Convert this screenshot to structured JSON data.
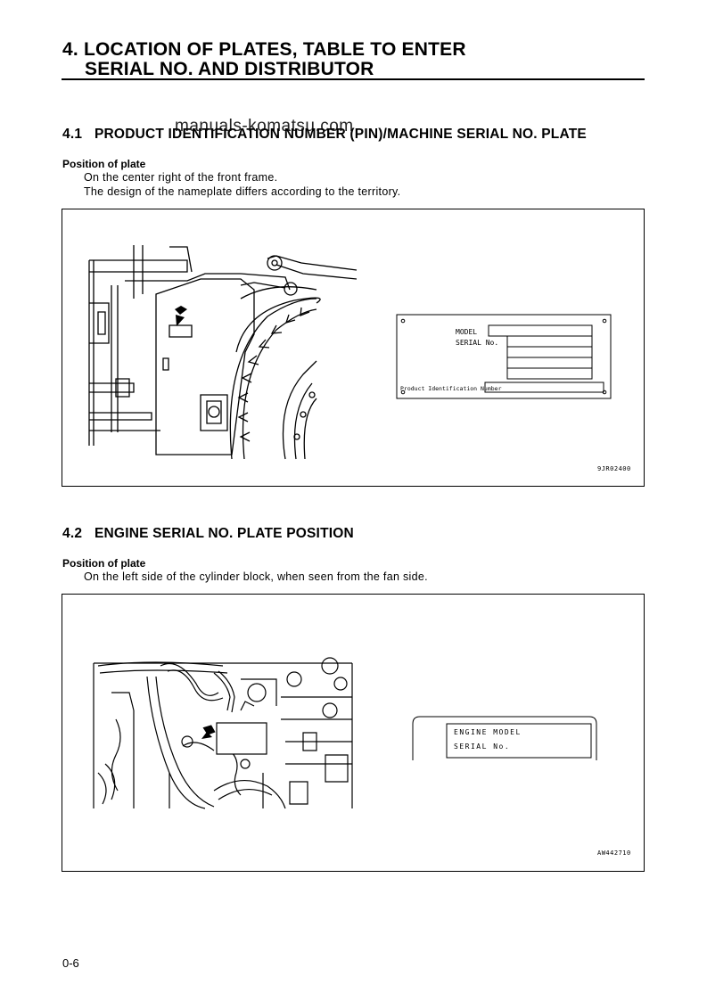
{
  "title": {
    "line1": "4. LOCATION OF PLATES, TABLE TO ENTER",
    "line2": "SERIAL NO. AND DISTRIBUTOR"
  },
  "watermark": "manuals-komatsu.com",
  "section1": {
    "number": "4.1",
    "heading": "PRODUCT IDENTIFICATION NUMBER (PIN)/MACHINE SERIAL NO. PLATE",
    "position_label": "Position of plate",
    "lines": [
      "On the center right of the front frame.",
      "The design of the nameplate differs according to the territory."
    ],
    "figure": {
      "plate_labels": {
        "model": "MODEL",
        "serial": "SERIAL No.",
        "pin": "Product Identification Number"
      },
      "code": "9JR02400"
    }
  },
  "section2": {
    "number": "4.2",
    "heading": "ENGINE SERIAL NO. PLATE POSITION",
    "position_label": "Position of plate",
    "lines": [
      "On the left side of the cylinder block, when seen from the fan side."
    ],
    "figure": {
      "plate_labels": {
        "model": "ENGINE MODEL",
        "serial": "SERIAL No."
      },
      "code": "AW442710"
    }
  },
  "page_number": "0-6"
}
